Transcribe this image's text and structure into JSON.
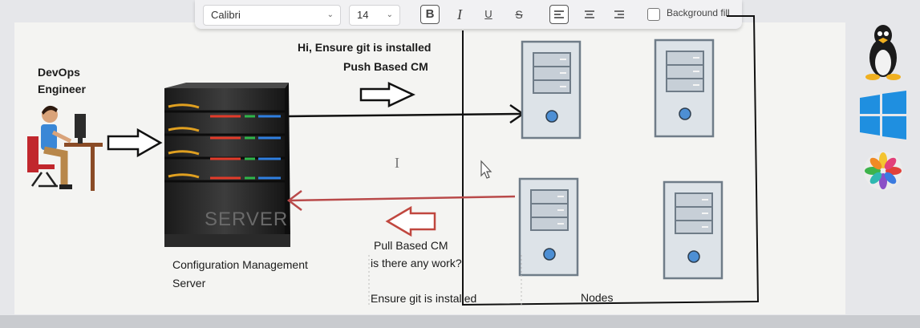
{
  "toolbar": {
    "font_family": "Calibri",
    "font_size": "14",
    "bold_label": "B",
    "italic_label": "I",
    "underline_label": "U",
    "strike_label": "S",
    "background_fill_label": "Background fill"
  },
  "diagram": {
    "actor_label_line1": "DevOps",
    "actor_label_line2": "Engineer",
    "push_label_line1": "Hi, Ensure git is installed",
    "push_label_line2": "Push Based CM",
    "pull_label_line1": "Pull Based CM",
    "pull_label_line2": "is there any work?",
    "pull_label_line3": "Ensure git is installed",
    "server_caption_line1": "Configuration Management",
    "server_caption_line2": "Server",
    "server_text": "SERVER",
    "nodes_label": "Nodes",
    "cursor_glyph": "I"
  },
  "colors": {
    "push_arrow": "#111111",
    "pull_arrow": "#b94a4a",
    "node_fill": "#dde3e8",
    "node_outline": "#6f7c88",
    "node_led": "#4d8fd4"
  },
  "side_icons": [
    "linux-icon",
    "windows-icon",
    "photos-icon"
  ]
}
